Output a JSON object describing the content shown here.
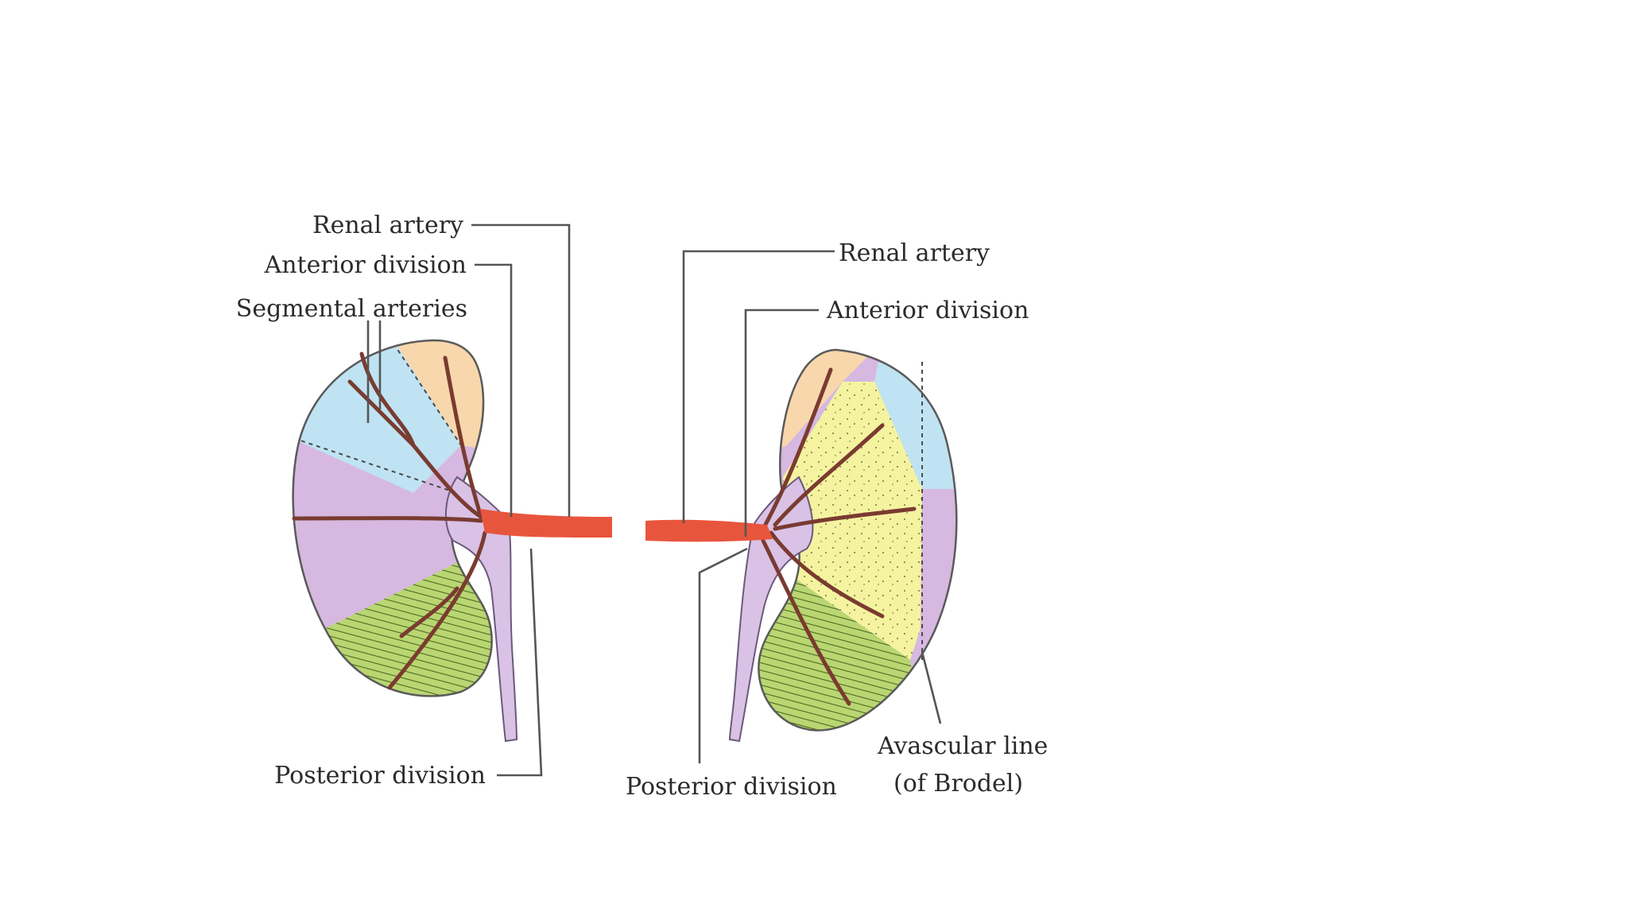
{
  "labels": {
    "left": {
      "renal_artery": "Renal artery",
      "anterior_division": "Anterior division",
      "segmental_arteries": "Segmental arteries",
      "posterior_division": "Posterior division"
    },
    "right": {
      "renal_artery": "Renal artery",
      "anterior_division": "Anterior division",
      "posterior_division": "Posterior division",
      "avascular_line": "Avascular line",
      "avascular_line_sub": "(of Brodel)"
    }
  },
  "colors": {
    "apical_segment": "#f8d7ad",
    "upper_segment": "#bfe3f2",
    "middle_segment": "#d6b8e0",
    "lower_segment": "#b9d672",
    "posterior_segment": "#f5f3a0",
    "artery": "#e8553d",
    "artery_branch": "#7a3b30",
    "pelvis_ureter": "#d9c2e6",
    "outline": "#5a5a5a"
  }
}
